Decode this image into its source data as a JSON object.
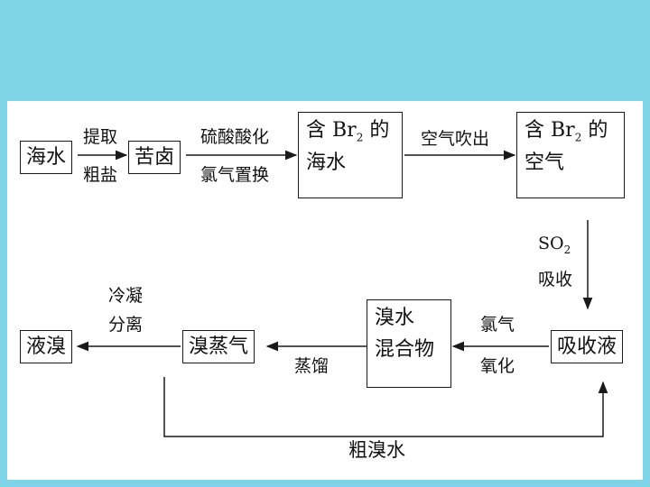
{
  "nodes": {
    "seawater": "海水",
    "bittern": "苦卤",
    "br2_seawater_l1": "含 Br",
    "br2_seawater_sub": "2",
    "br2_seawater_l1b": " 的",
    "br2_seawater_l2": "海水",
    "br2_air_l1": "含 Br",
    "br2_air_sub": "2",
    "br2_air_l1b": " 的",
    "br2_air_l2": "空气",
    "absorb_liquid": "吸收液",
    "bromine_mix_l1": "溴水",
    "bromine_mix_l2": "混合物",
    "bromine_vapor": "溴蒸气",
    "liquid_bromine": "液溴"
  },
  "edges": {
    "e1_top": "提取",
    "e1_bottom": "粗盐",
    "e2_top": "硫酸酸化",
    "e2_bottom": "氯气置换",
    "e3": "空气吹出",
    "e4_top_main": "SO",
    "e4_top_sub": "2",
    "e4_bottom": "吸收",
    "e5_top": "氯气",
    "e5_bottom": "氧化",
    "e6": "蒸馏",
    "e7_top": "冷凝",
    "e7_bottom": "分离",
    "e8": "粗溴水"
  },
  "colors": {
    "background": "#7fd3e6",
    "panel": "#ffffff",
    "stroke": "#1a1a1a"
  }
}
